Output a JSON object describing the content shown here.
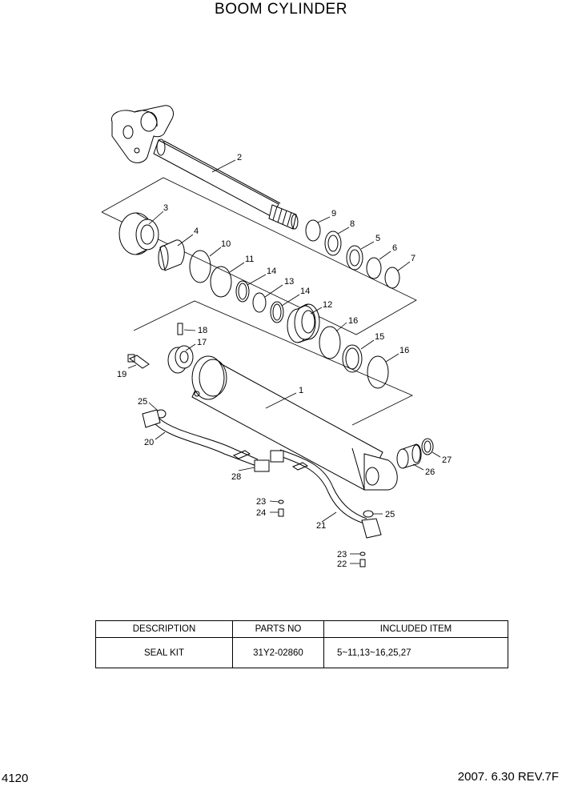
{
  "page": {
    "title": "BOOM CYLINDER",
    "page_number": "4120",
    "revision": "2007. 6.30  REV.7F"
  },
  "callouts": {
    "c1": "1",
    "c2": "2",
    "c3": "3",
    "c4": "4",
    "c5": "5",
    "c6": "6",
    "c7": "7",
    "c8": "8",
    "c9": "9",
    "c10": "10",
    "c11": "11",
    "c12": "12",
    "c13": "13",
    "c14a": "14",
    "c14b": "14",
    "c15": "15",
    "c16a": "16",
    "c16b": "16",
    "c17": "17",
    "c18": "18",
    "c19": "19",
    "c20": "20",
    "c21": "21",
    "c22": "22",
    "c23a": "23",
    "c23b": "23",
    "c24": "24",
    "c25a": "25",
    "c25b": "25",
    "c26": "26",
    "c27": "27",
    "c28": "28"
  },
  "kit_table": {
    "headers": [
      "DESCRIPTION",
      "PARTS NO",
      "INCLUDED ITEM"
    ],
    "rows": [
      [
        "SEAL KIT",
        "31Y2-02860",
        "5~11,13~16,25,27"
      ]
    ]
  }
}
